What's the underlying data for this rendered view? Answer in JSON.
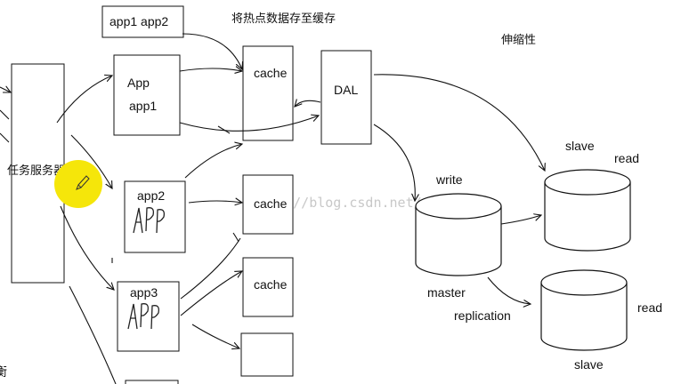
{
  "diagram": {
    "top_box_label": "app1 app2",
    "cache_note": "将热点数据存至缓存",
    "scalability_note": "伸缩性",
    "task_server_label": "任务服务器",
    "app1_label_line1": "App",
    "app1_label_line2": "app1",
    "app2_label": "app2",
    "app3_label": "app3",
    "cache_label": "cache",
    "dal_label": "DAL",
    "write_label": "write",
    "master_label": "master",
    "replication_label": "replication",
    "slave_label": "slave",
    "read_label": "read",
    "bottom_left_partial": "衡",
    "watermark": "http://blog.csdn.net/"
  },
  "colors": {
    "cursor_highlight": "#f5e60a",
    "watermark": "#c8c8c8"
  }
}
